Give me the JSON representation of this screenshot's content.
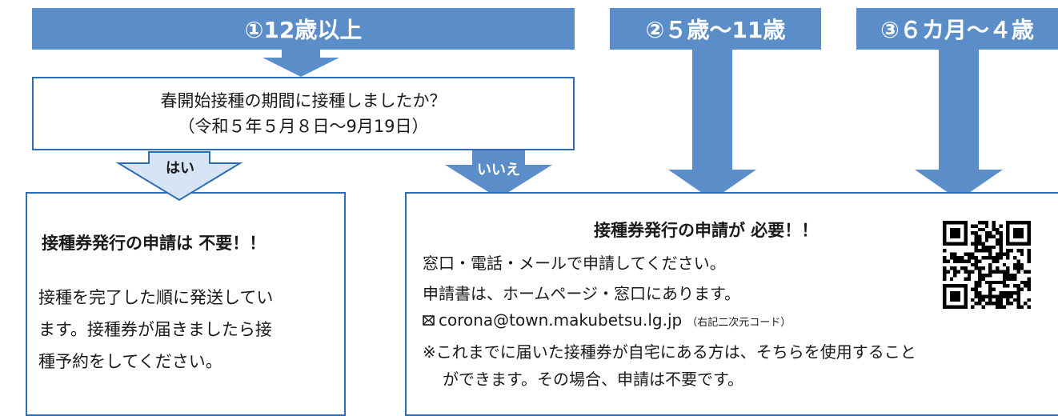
{
  "colors": {
    "banner": "#5b8ec9",
    "arrow": "#5b8ec9",
    "border": "#2e6db4",
    "badge_fill": "#d6e4f5"
  },
  "banners": {
    "age12": "①12歳以上",
    "age5": "②５歳～11歳",
    "age6m": "③６カ月～４歳"
  },
  "question": {
    "line1": "春開始接種の期間に接種しましたか？",
    "line2": "（令和５年５月８日～9月19日）"
  },
  "answers": {
    "yes": "はい",
    "no": "いいえ"
  },
  "yes_box": {
    "heading": "接種券発行の申請は 不要！！",
    "body": [
      "接種を完了した順に発送してい",
      "ます。接種券が届きましたら接",
      "種予約をしてください。"
    ]
  },
  "no_box": {
    "heading": "接種券発行の申請が 必要！！",
    "line1": "窓口・電話・メールで申請してください。",
    "line2": "申請書は、ホームページ・窓口にあります。",
    "email": "corona@town.makubetsu.lg.jp",
    "qr_note": "（右記二次元コード）",
    "note_line1": "※これまでに届いた接種券が自宅にある方は、そちらを使用すること",
    "note_line2": "ができます。その場合、申請は不要です。",
    "mail_icon": "mail-icon",
    "qr_icon": "qr-code"
  }
}
